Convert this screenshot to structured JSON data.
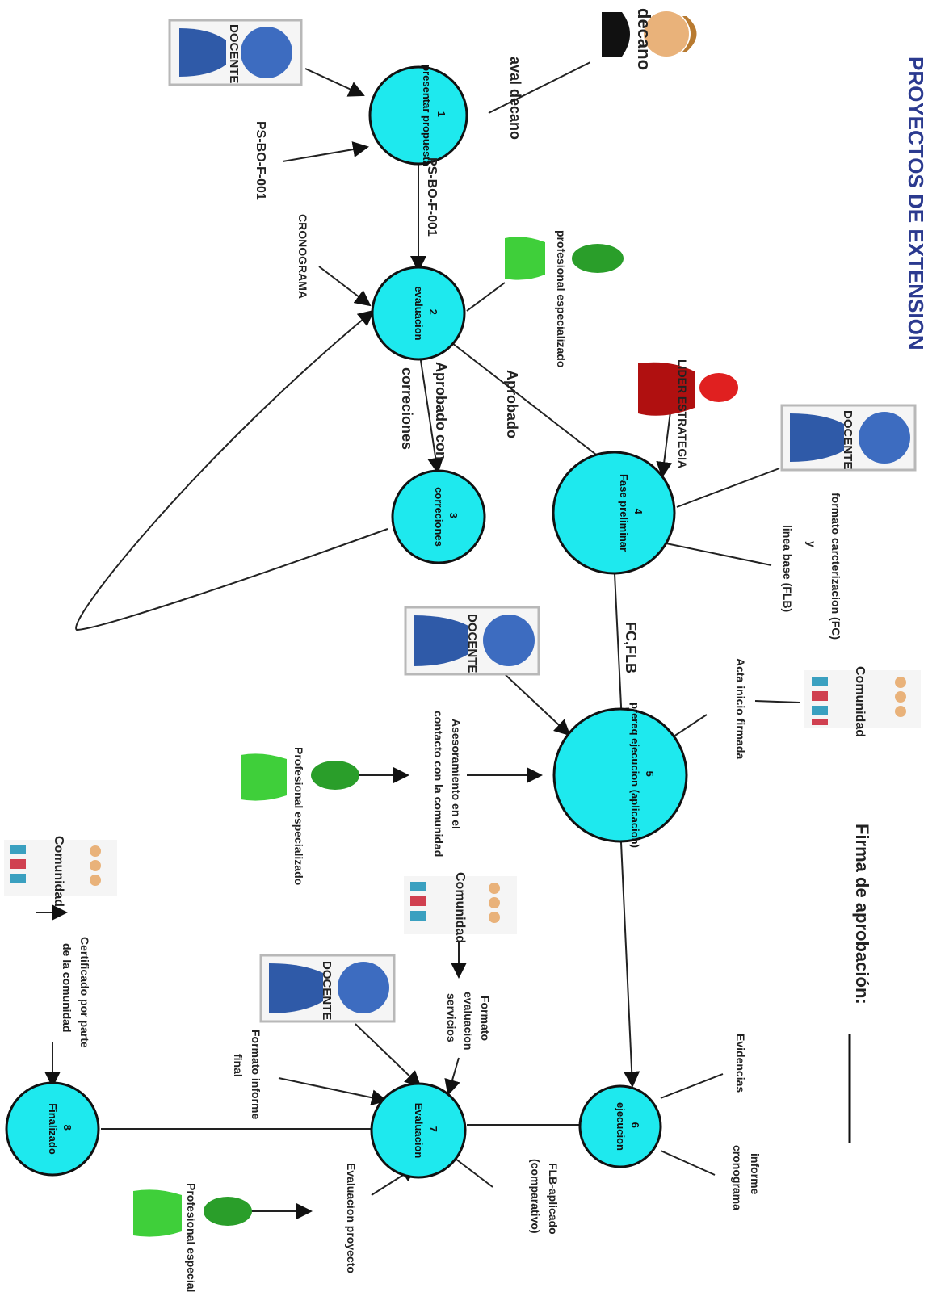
{
  "title": "PROYECTOS DE EXTENSION",
  "signature_label": "Firma de aprobación:",
  "actors": {
    "decano": "decano",
    "docente": "DOCENTE",
    "profesional_esp_1": "profesional especializado",
    "profesional_esp_2": "Profesional especializado",
    "lider": "LIDER ESTRATEGIA",
    "comunidad": "Comunidad"
  },
  "nodes": [
    {
      "num": "1",
      "label": "presentar propuesta"
    },
    {
      "num": "2",
      "label": "evaluacion"
    },
    {
      "num": "3",
      "label": "correciones"
    },
    {
      "num": "4",
      "label": "Fase preliminar"
    },
    {
      "num": "5",
      "label": "prereq ejecucion (aplicacion)"
    },
    {
      "num": "6",
      "label": "ejecucion"
    },
    {
      "num": "7",
      "label": "Evaluacion"
    },
    {
      "num": "8",
      "label": "Finalizado"
    }
  ],
  "labels": {
    "aval_decano": "aval decano",
    "ps_form_1": "PS-BO-F-001",
    "ps_form_2": "PS-BO-F-001",
    "cronograma": "CRONOGRAMA",
    "aprobado": "Aprobado",
    "aprobado_con": "Aprobado con",
    "correcciones": "correciones",
    "formato_fc": "formato carcterizacion (FC)",
    "y": "y",
    "linea_base": "linea base (FLB)",
    "fc_flb": "FC,FLB",
    "acta_inicio": "Acta inicio firmada",
    "asesoramiento_1": "Asesoramiento en el",
    "asesoramiento_2": "contacto con la comunidad",
    "evidencias": "Evidencias",
    "informe_1": "informe",
    "informe_2": "cronograma",
    "formato_eval_1": "Formato",
    "formato_eval_2": "evaluacion",
    "formato_eval_3": "servicios",
    "formato_informe_1": "Formato informe",
    "formato_informe_2": "final",
    "flb_aplicado_1": "FLB-aplicado",
    "flb_aplicado_2": "(comparativo)",
    "evaluacion_proyecto": "Evaluacion proyecto",
    "certificado_1": "Certificado por parte",
    "certificado_2": "de la comunidad"
  },
  "colors": {
    "node_fill": "#1ee9ee",
    "title": "#2b3a8f",
    "docente_blue": "#2f5aa8",
    "green": "#3fcf3a",
    "red": "#b01010",
    "skin": "#e9b27a"
  }
}
